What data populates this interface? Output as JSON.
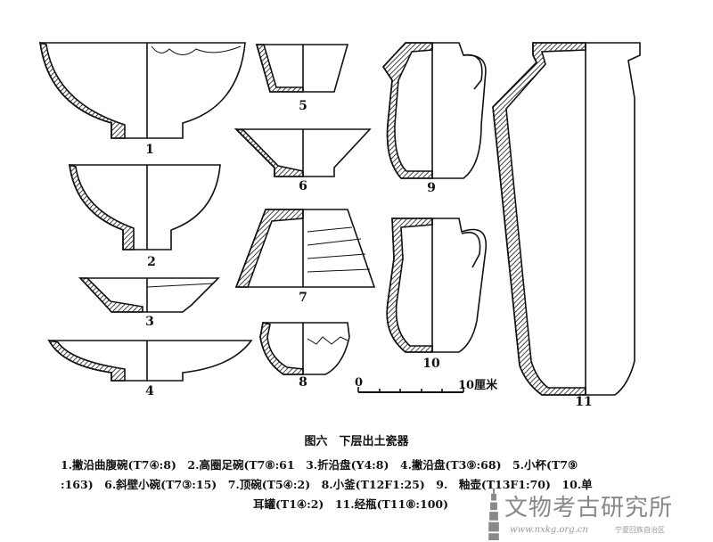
{
  "figure": {
    "title": "图六　下层出土瓷器",
    "item_labels": [
      "1",
      "2",
      "3",
      "4",
      "5",
      "6",
      "7",
      "8",
      "9",
      "10",
      "11"
    ],
    "scale_bar": {
      "start": "0",
      "end": "10厘米"
    },
    "caption_lines": [
      "1.撇沿曲腹碗(T7④:8)　2.高圈足碗(T7⑧:61　3.折沿盘(Y4:8)　4.撇沿盘(T3⑨:68)　5.小杯(T7⑨",
      ":163)　6.斜壁小碗(T7③:15)　7.顶碗(T5④:2)　8.小釜(T12F1:25)　9.　釉壶(T13F1:70)　10.单",
      "耳罐(T1④:2)　11.经瓶(T11⑧:100)"
    ]
  },
  "watermark": {
    "name": "文物考古研究所",
    "small": "宁夏回族自治区",
    "url": "www.nxkg.org.cn"
  }
}
